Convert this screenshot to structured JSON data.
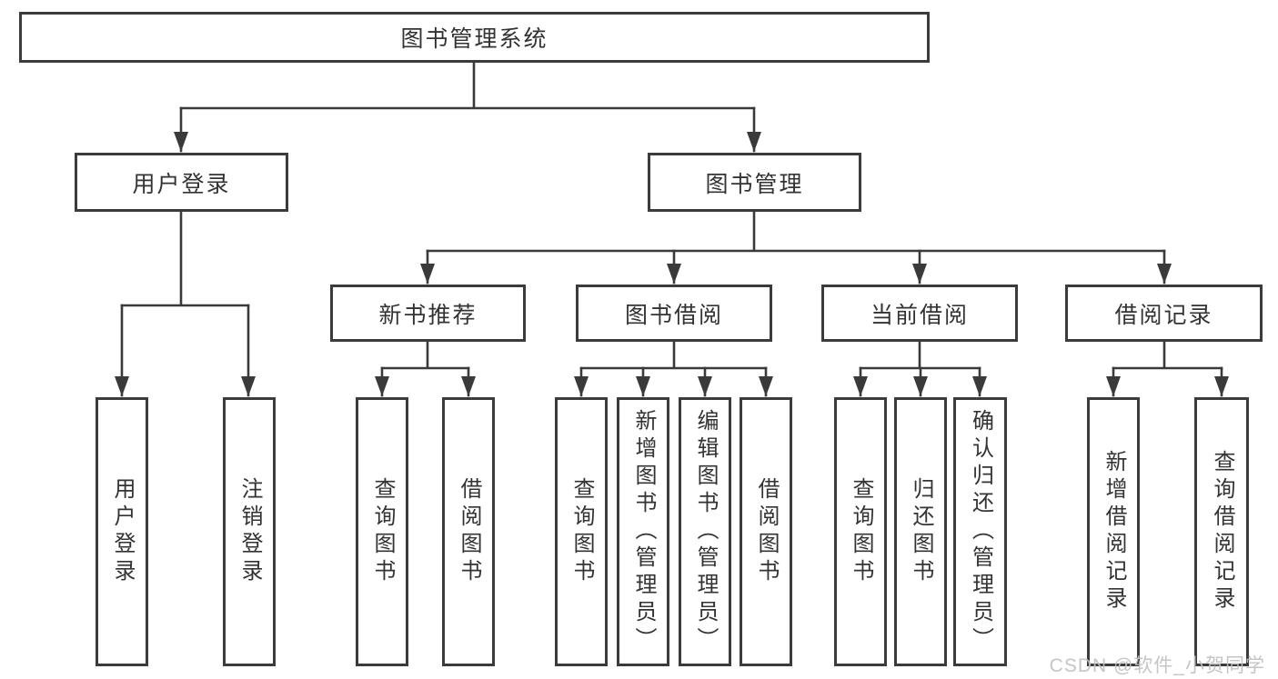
{
  "diagram": {
    "type": "hierarchy-tree",
    "root": "图书管理系统",
    "level2": [
      {
        "label": "用户登录"
      },
      {
        "label": "图书管理"
      }
    ],
    "level3": [
      {
        "parent": "图书管理",
        "label": "新书推荐"
      },
      {
        "parent": "图书管理",
        "label": "图书借阅"
      },
      {
        "parent": "图书管理",
        "label": "当前借阅"
      },
      {
        "parent": "图书管理",
        "label": "借阅记录"
      }
    ],
    "leaves": [
      {
        "parent": "用户登录",
        "label": "用户登录"
      },
      {
        "parent": "用户登录",
        "label": "注销登录"
      },
      {
        "parent": "新书推荐",
        "label": "查询图书"
      },
      {
        "parent": "新书推荐",
        "label": "借阅图书"
      },
      {
        "parent": "图书借阅",
        "label": "查询图书"
      },
      {
        "parent": "图书借阅",
        "label": "新增图书（管理员）"
      },
      {
        "parent": "图书借阅",
        "label": "编辑图书（管理员）"
      },
      {
        "parent": "图书借阅",
        "label": "借阅图书"
      },
      {
        "parent": "当前借阅",
        "label": "查询图书"
      },
      {
        "parent": "当前借阅",
        "label": "归还图书"
      },
      {
        "parent": "当前借阅",
        "label": "确认归还（管理员）"
      },
      {
        "parent": "借阅记录",
        "label": "新增借阅记录"
      },
      {
        "parent": "借阅记录",
        "label": "查询借阅记录"
      }
    ]
  },
  "watermark": "CSDN @软件_小贺同学",
  "colors": {
    "line": "#3a3a3a",
    "border": "#3b3b3b",
    "text": "#333333",
    "watermark": "#c3c3c3",
    "background": "#ffffff"
  }
}
